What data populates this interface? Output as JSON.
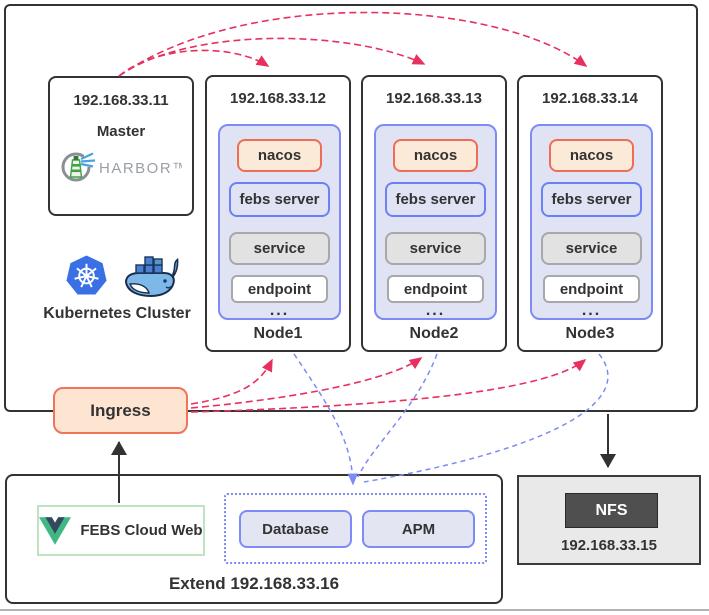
{
  "colors": {
    "outline": "#333333",
    "arrow_red": "#e8305f",
    "arrow_blue": "#7c8bf5",
    "arrow_black": "#333333",
    "pod_panel_bg": "#dfe3f4",
    "pod_panel_border": "#7c8bf5",
    "nacos_bg": "#fcead8",
    "nacos_border": "#ef6c57",
    "ingress_bg": "#fde5d2",
    "ingress_border": "#f0735c",
    "service_bg": "#e2e2e2",
    "service_border": "#a8a8a8",
    "febs_web_border": "#bfe3c1",
    "nfs_bg": "#e9e9e9",
    "nfs_inner_bg": "#4f4f4f",
    "kubernetes_blue": "#3970e4",
    "vue_green": "#41b883",
    "vue_dark": "#35495e"
  },
  "cluster": {
    "label": "Kubernetes Cluster",
    "master": {
      "ip": "192.168.33.11",
      "role": "Master",
      "registry": "HARBOR™"
    },
    "nodes": [
      {
        "ip": "192.168.33.12",
        "name": "Node1",
        "pods": [
          {
            "label": "nacos"
          },
          {
            "label": "febs server"
          },
          {
            "label": "service"
          },
          {
            "label": "endpoint"
          },
          {
            "label": "..."
          }
        ]
      },
      {
        "ip": "192.168.33.13",
        "name": "Node2",
        "pods": [
          {
            "label": "nacos"
          },
          {
            "label": "febs server"
          },
          {
            "label": "service"
          },
          {
            "label": "endpoint"
          },
          {
            "label": "..."
          }
        ]
      },
      {
        "ip": "192.168.33.14",
        "name": "Node3",
        "pods": [
          {
            "label": "nacos"
          },
          {
            "label": "febs server"
          },
          {
            "label": "service"
          },
          {
            "label": "endpoint"
          },
          {
            "label": "..."
          }
        ]
      }
    ]
  },
  "ingress": {
    "label": "Ingress"
  },
  "extend": {
    "label": "Extend 192.168.33.16",
    "web": {
      "label": "FEBS Cloud Web"
    },
    "services": [
      {
        "label": "Database"
      },
      {
        "label": "APM"
      }
    ]
  },
  "nfs": {
    "label": "NFS",
    "ip": "192.168.33.15"
  }
}
